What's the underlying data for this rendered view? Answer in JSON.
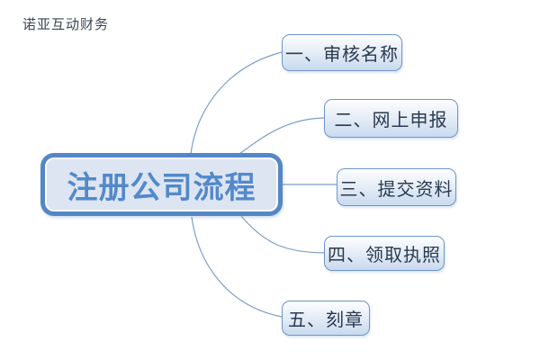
{
  "header": {
    "brand": "诺亚互动财务"
  },
  "mindmap": {
    "center": {
      "label": "注册公司流程"
    },
    "branches": [
      {
        "label": "一、审核名称"
      },
      {
        "label": "二、网上申报"
      },
      {
        "label": "三、提交资料"
      },
      {
        "label": "四、领取执照"
      },
      {
        "label": "五、刻章"
      }
    ]
  },
  "colors": {
    "center_border": "#5586C6",
    "center_fill": "#DCE5F1",
    "center_text": "#5389CB",
    "branch_border": "#6E96C8",
    "branch_fill_top": "#FDFEFF",
    "branch_fill_bottom": "#C9DAEE",
    "branch_text": "#2A3A50",
    "connector": "#7E9EC7",
    "brand_text": "#3A4654"
  }
}
